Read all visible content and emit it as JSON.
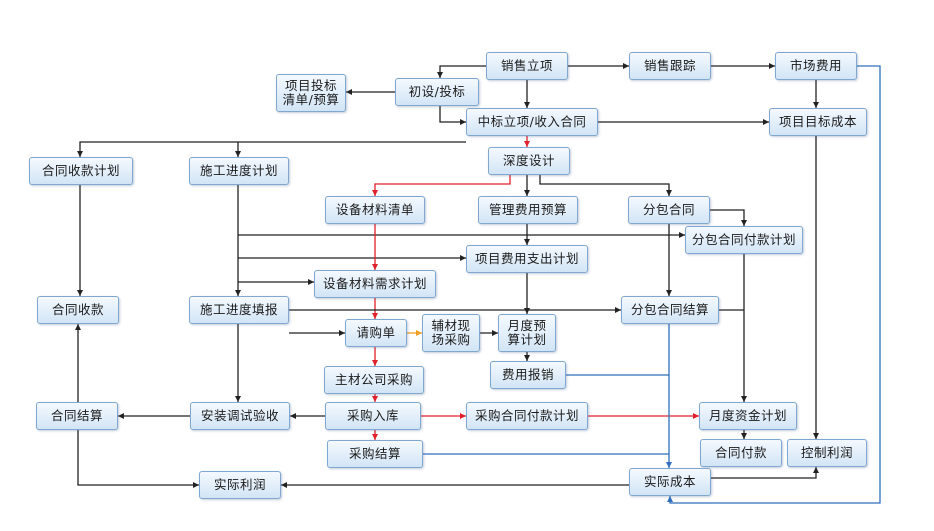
{
  "nodes": {
    "xiaoshou_lixiang": "销售立项",
    "xiaoshou_genzong": "销售跟踪",
    "shichang_feiyong": "市场费用",
    "xiangmu_toubiao": "项目投标\n清单/预算",
    "chushe_toubiao": "初设/投标",
    "zhongbiao": "中标立项/收入合同",
    "mubiao_chengben": "项目目标成本",
    "shendu_sheji": "深度设计",
    "hetong_shoukuan_jihua": "合同收款计划",
    "shigong_jindu_jihua": "施工进度计划",
    "shebei_qingdan": "设备材料清单",
    "guanli_yusuan": "管理费用预算",
    "fenbao_hetong": "分包合同",
    "fenbao_fukuan_jihua": "分包合同付款计划",
    "zhichu_jihua": "项目费用支出计划",
    "xuqiu_jihua": "设备材料需求计划",
    "hetong_shoukuan": "合同收款",
    "shigong_tianbao": "施工进度填报",
    "fenbao_jiesuan": "分包合同结算",
    "qinggou_dan": "请购单",
    "fucai_caigou": "辅材现\n场采购",
    "yuedu_yusuan": "月度预\n算计划",
    "feiyong_baoxiao": "费用报销",
    "zhucai_caigou": "主材公司采购",
    "hetong_jiesuan": "合同结算",
    "anzhuang_yanshou": "安装调试验收",
    "caigou_ruku": "采购入库",
    "caigou_fukuan_jihua": "采购合同付款计划",
    "yuedu_zijin": "月度资金计划",
    "hetong_fukuan": "合同付款",
    "kongzhi_lirun": "控制利润",
    "caigou_jiesuan": "采购结算",
    "shiji_lirun": "实际利润",
    "shiji_chengben": "实际成本"
  },
  "colors": {
    "default_line": "#222222",
    "red_line": "#e0202a",
    "blue_line": "#2f6fbd",
    "orange_line": "#f0a020"
  }
}
